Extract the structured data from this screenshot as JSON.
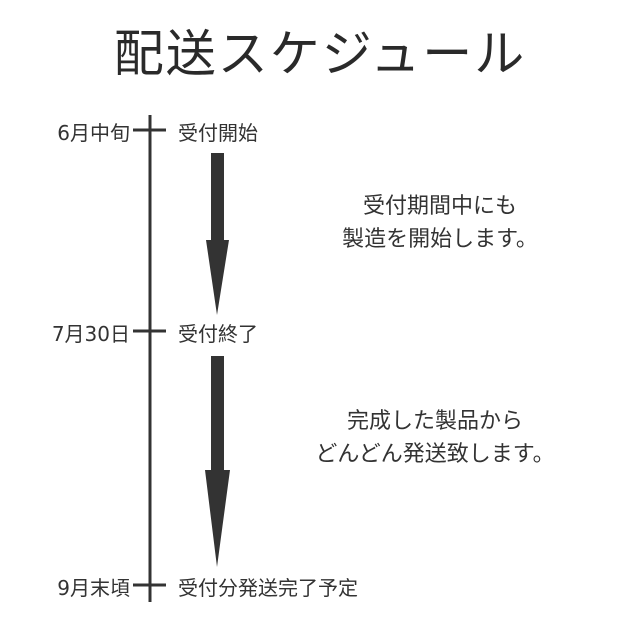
{
  "title": "配送スケジュール",
  "milestones": [
    {
      "date": "6月中旬",
      "label": "受付開始"
    },
    {
      "date": "7月30日",
      "label": "受付終了"
    },
    {
      "date": "9月末頃",
      "label": "受付分発送完了予定"
    }
  ],
  "notes": [
    {
      "line1": "受付期間中にも",
      "line2": "製造を開始します。"
    },
    {
      "line1": "完成した製品から",
      "line2": "どんどん発送致します。"
    }
  ],
  "colors": {
    "line": "#333333",
    "arrow": "#333333"
  }
}
